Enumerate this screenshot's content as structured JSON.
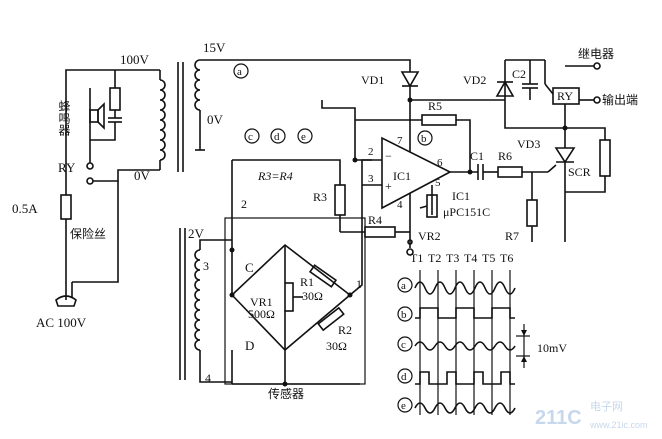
{
  "supply": {
    "voltage_100v": "100V",
    "voltage_0v_left": "0V",
    "fuse_rating": "0.5A",
    "fuse_label": "保险丝",
    "ac_label": "AC 100V",
    "buzzer_label": "蜂鸣器",
    "relay_contact": "RY"
  },
  "transformer": {
    "v15": "15V",
    "v0": "0V",
    "v2": "2V",
    "tap2": "2",
    "tap3": "3",
    "tap4": "4"
  },
  "nodes": {
    "a": "a",
    "b": "b",
    "c": "c",
    "d": "d",
    "e": "e"
  },
  "bridge": {
    "c_label": "C",
    "d_label": "D",
    "vr1": "VR1",
    "vr1_val": "500Ω",
    "r1": "R1",
    "r1_val": "30Ω",
    "r2": "R2",
    "r2_val": "30Ω",
    "node1": "1",
    "sensor": "传感器"
  },
  "amp": {
    "eq_left": "R3=R4",
    "r3": "R3",
    "r4": "R4",
    "r5": "R5",
    "vd1": "VD1",
    "ic": "IC1",
    "pin2": "2",
    "pin3": "3",
    "pin4": "4",
    "pin5": "5",
    "pin6": "6",
    "pin7": "7",
    "minus": "−",
    "plus": "+",
    "vr2": "VR2",
    "part": "IC1",
    "part_no": "μPC151C"
  },
  "output": {
    "c1": "C1",
    "r6": "R6",
    "r7": "R7",
    "vd2": "VD2",
    "c2": "C2",
    "vd3": "VD3",
    "ry": "RY",
    "scr": "SCR",
    "relay": "继电器",
    "out": "输出端"
  },
  "waves": {
    "times": [
      "T1",
      "T2",
      "T3",
      "T4",
      "T5",
      "T6"
    ],
    "amplitude": "10mV",
    "rows": [
      "a",
      "b",
      "c",
      "d",
      "e"
    ]
  },
  "watermark": {
    "text": "211C",
    "site": "电子网",
    "url": "www.21ic.com"
  }
}
